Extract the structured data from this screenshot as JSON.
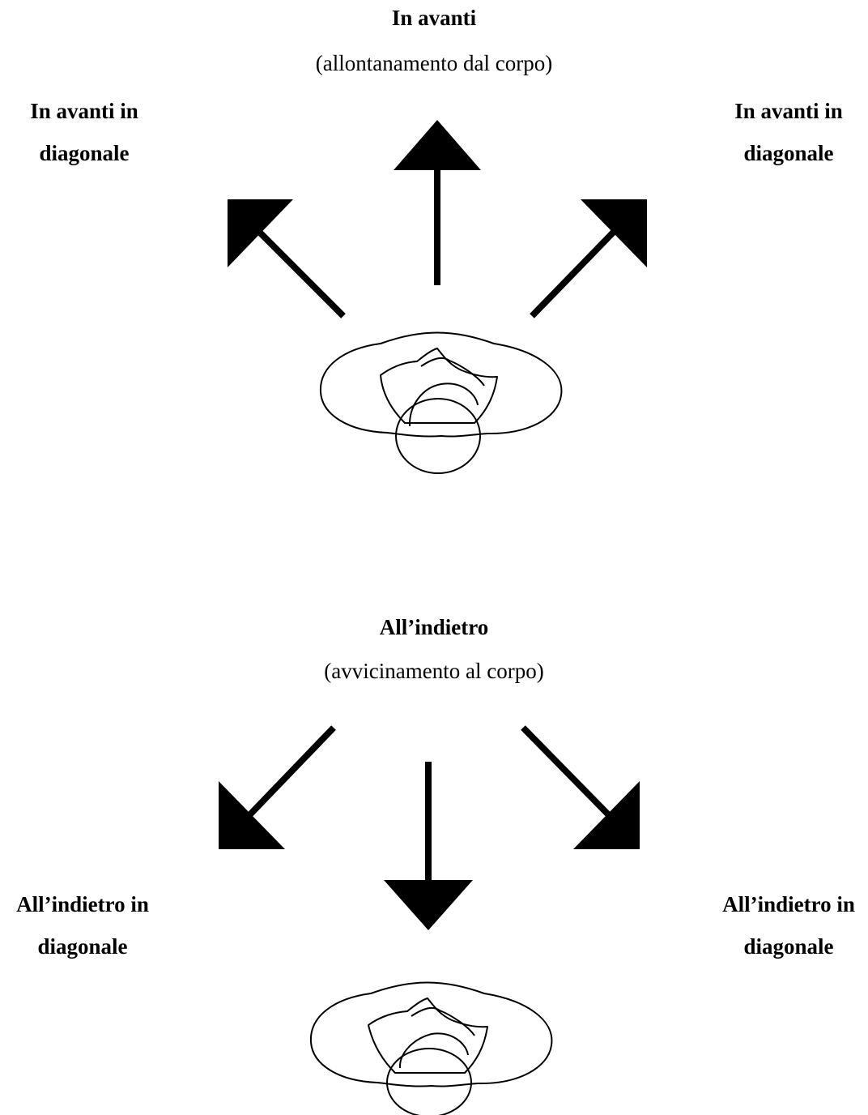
{
  "top": {
    "heading": "In avanti",
    "subheading": "(allontanamento dal corpo)",
    "left_label": [
      "In avanti in",
      "diagonale"
    ],
    "right_label": [
      "In avanti in",
      "diagonale"
    ]
  },
  "bottom": {
    "heading": "All’indietro",
    "subheading": "(avvicinamento al corpo)",
    "left_label": [
      "All’indietro in",
      "diagonale"
    ],
    "right_label": [
      "All’indietro in",
      "diagonale"
    ]
  },
  "icons": {
    "arrow_color": "#000000",
    "figure": "person-top-view-icon"
  }
}
